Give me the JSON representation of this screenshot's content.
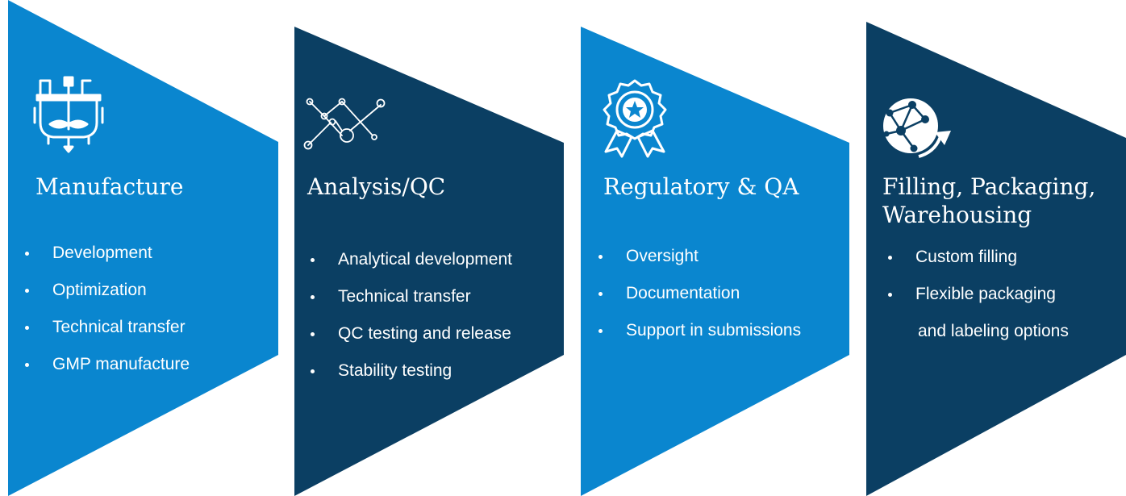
{
  "colors": {
    "light_blue": "#0A86CF",
    "dark_navy": "#0B3F63",
    "text": "#FFFFFF"
  },
  "stages": [
    {
      "icon": "reactor-vessel-icon",
      "title": "Manufacture",
      "items": [
        "Development",
        "Optimization",
        "Technical transfer",
        "GMP manufacture"
      ]
    },
    {
      "icon": "molecule-network-icon",
      "title": "Analysis/QC",
      "items": [
        "Analytical development",
        "Technical transfer",
        "QC testing and release",
        "Stability testing"
      ]
    },
    {
      "icon": "award-badge-star-icon",
      "title": "Regulatory & QA",
      "items": [
        "Oversight",
        "Documentation",
        "Support in submissions"
      ]
    },
    {
      "icon": "globe-network-arrow-icon",
      "title_line1": "Filling, Packaging,",
      "title_line2": "Warehousing",
      "items": [
        "Custom filling",
        "Flexible packaging"
      ],
      "item_continuation": "and labeling options"
    }
  ]
}
